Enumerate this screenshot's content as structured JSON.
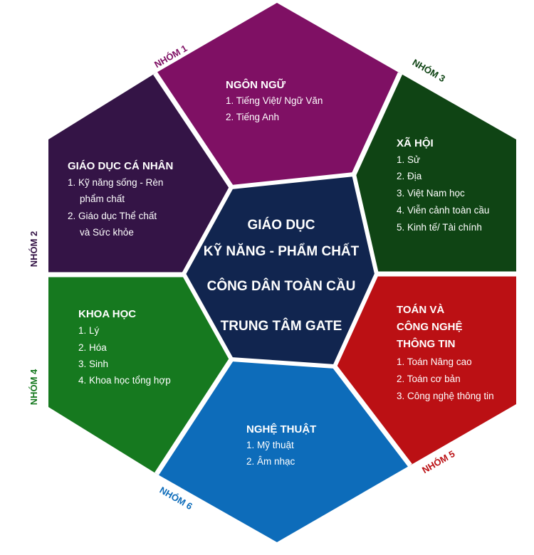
{
  "colors": {
    "ngon_ngu": "#7f1064",
    "ca_nhan": "#341446",
    "xa_hoi": "#0f4414",
    "khoa_hoc": "#16791f",
    "toan": "#bb1014",
    "nghe_thuat": "#0d6cba",
    "center": "#11254f",
    "divider": "#ffffff"
  },
  "center": {
    "line1": "GIÁO DỤC",
    "line2": "KỸ NĂNG - PHẨM CHẤT",
    "line3": "CÔNG DÂN TOÀN CẦU",
    "line4": "TRUNG TÂM GATE"
  },
  "groups": {
    "g1": "NHÓM 1",
    "g2": "NHÓM 2",
    "g3": "NHÓM 3",
    "g4": "NHÓM 4",
    "g5": "NHÓM 5",
    "g6": "NHÓM 6"
  },
  "segments": {
    "ngon_ngu": {
      "title": "NGÔN NGỮ",
      "items": [
        "1. Tiếng Việt/ Ngữ Văn",
        "2. Tiếng Anh"
      ]
    },
    "ca_nhan": {
      "title": "GIÁO DỤC CÁ NHÂN",
      "items": [
        "1. Kỹ năng sống - Rèn",
        "phẩm chất",
        "2. Giáo dục Thể chất",
        "và Sức khỏe"
      ]
    },
    "xa_hoi": {
      "title": "XÃ HỘI",
      "items": [
        "1. Sử",
        "2. Địa",
        "3. Việt Nam học",
        "4. Viễn cảnh toàn cầu",
        "5. Kinh tế/ Tài chính"
      ]
    },
    "khoa_hoc": {
      "title": "KHOA HỌC",
      "items": [
        "1. Lý",
        "2. Hóa",
        "3. Sinh",
        "4. Khoa học tổng hợp"
      ]
    },
    "toan": {
      "title_lines": [
        "TOÁN VÀ",
        "CÔNG NGHỆ",
        "THÔNG TIN"
      ],
      "items": [
        "1. Toán Nâng cao",
        "2. Toán cơ bản",
        "3. Công nghệ thông tin"
      ]
    },
    "nghe_thuat": {
      "title": "NGHỆ THUẬT",
      "items": [
        "1. Mỹ thuật",
        "2. Âm nhạc"
      ]
    }
  }
}
